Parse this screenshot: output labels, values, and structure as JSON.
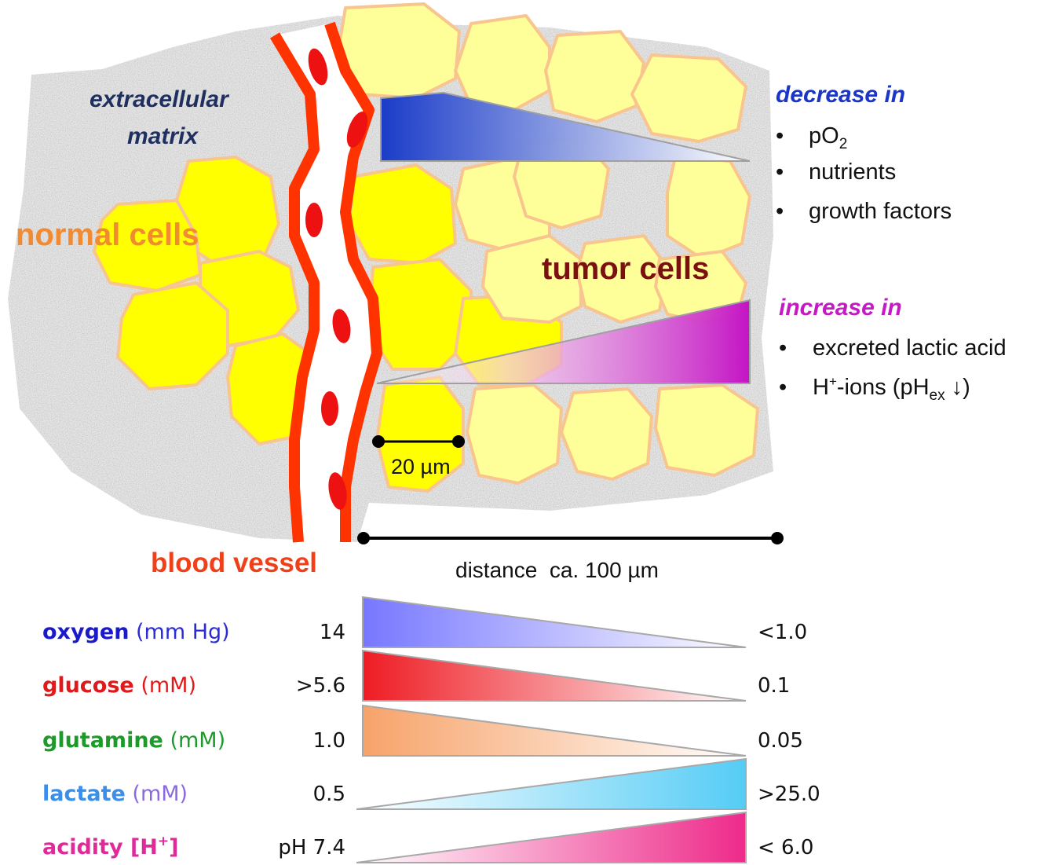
{
  "labels": {
    "extracellular_line1": "extracellular",
    "extracellular_line2": "matrix",
    "normal_cells": "normal cells",
    "tumor_cells": "tumor cells",
    "blood_vessel": "blood vessel",
    "scale_bar": "20 µm",
    "distance": "distance  ca. 100 µm"
  },
  "decrease": {
    "heading": "decrease in",
    "items": [
      {
        "main": "pO",
        "sub": "2"
      },
      {
        "main": "nutrients"
      },
      {
        "main": "growth factors"
      }
    ]
  },
  "increase": {
    "heading": "increase in",
    "items": [
      {
        "main": "excreted lactic acid"
      },
      {
        "main": "H",
        "sup": "+",
        "rest": "-ions (pH",
        "sub": "ex",
        "tail": " ↓)"
      }
    ]
  },
  "gradients": [
    {
      "name": "oxygen",
      "unit": " (mm Hg)",
      "start": "14",
      "end": "<1.0",
      "direction": "decrease",
      "name_color": "#1a1acc",
      "unit_color": "#2a2ad8",
      "fill_color": "#7777ff"
    },
    {
      "name": "glucose",
      "unit": " (mM)",
      "start": ">5.6",
      "end": "0.1",
      "direction": "decrease",
      "name_color": "#e01a1a",
      "unit_color": "#e01a1a",
      "fill_color": "#ee1c24"
    },
    {
      "name": "glutamine",
      "unit": "  (mM)",
      "start": "1.0",
      "end": "0.05",
      "direction": "decrease",
      "name_color": "#1e9a2a",
      "unit_color": "#1e9a2a",
      "fill_color": "#f7a36a"
    },
    {
      "name": "lactate",
      "unit": "  (mM)",
      "start": "0.5",
      "end": ">25.0",
      "direction": "increase",
      "name_color": "#3b8fe8",
      "unit_color": "#8a6ae0",
      "fill_color": "#55ccf5"
    },
    {
      "name": "acidity [H",
      "sup": "+",
      "close": "]",
      "unit": "",
      "start": "pH 7.4",
      "end": "< 6.0",
      "direction": "increase",
      "name_color": "#e02a9a",
      "unit_color": "#e02a9a",
      "fill_color": "#ee2a8a"
    }
  ],
  "colors": {
    "vessel": "#ff3300",
    "rbc": "#ee1111",
    "normal_cell": "#ffff00",
    "tumor_cell": "#ffff99",
    "cell_border": "#f9c58f",
    "decrease_heading": "#1a35c8",
    "increase_heading": "#c41ac4",
    "normal_cells_text": "#f28a32",
    "tumor_cells_text": "#7a1010",
    "extracellular_text": "#1f3060",
    "blood_vessel_text": "#f0401a"
  }
}
